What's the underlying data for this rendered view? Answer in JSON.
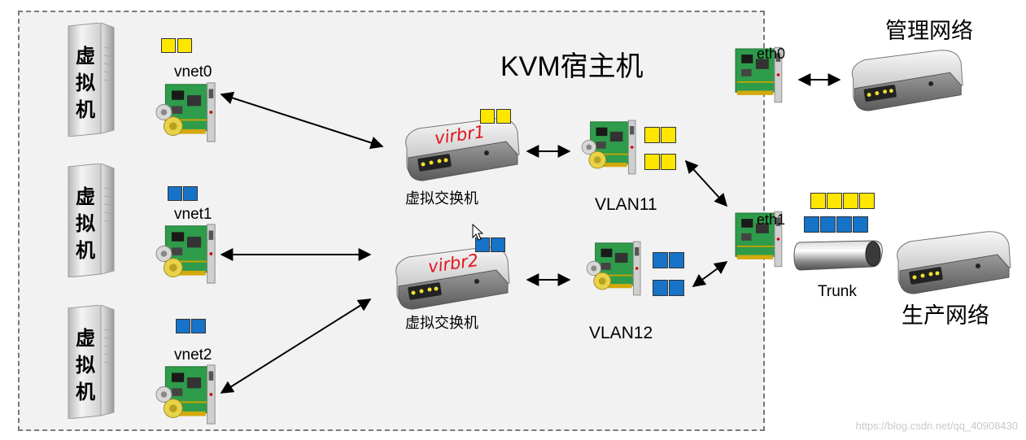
{
  "host": {
    "title": "KVM宿主机"
  },
  "vms": [
    {
      "label_chars": [
        "虚",
        "拟",
        "机"
      ],
      "vnet": "vnet0",
      "color": "yellow"
    },
    {
      "label_chars": [
        "虚",
        "拟",
        "机"
      ],
      "vnet": "vnet1",
      "color": "blue"
    },
    {
      "label_chars": [
        "虚",
        "拟",
        "机"
      ],
      "vnet": "vnet2",
      "color": "blue"
    }
  ],
  "switches": [
    {
      "name": "virbr1",
      "label": "虚拟交换机",
      "color": "yellow"
    },
    {
      "name": "virbr2",
      "label": "虚拟交换机",
      "color": "blue"
    }
  ],
  "vlans": [
    {
      "label": "VLAN11",
      "color": "yellow"
    },
    {
      "label": "VLAN12",
      "color": "blue"
    }
  ],
  "physical_nics": [
    {
      "label": "eth0"
    },
    {
      "label": "eth1"
    }
  ],
  "trunk": {
    "label": "Trunk"
  },
  "external": {
    "mgmt_label": "管理网络",
    "prod_label": "生产网络"
  },
  "colors": {
    "yellow": "#ffe600",
    "blue": "#1673c8",
    "host_bg": "#f2f2f2",
    "switch_label": "#e1141e"
  },
  "watermark": "https://blog.csdn.net/qq_40908430"
}
